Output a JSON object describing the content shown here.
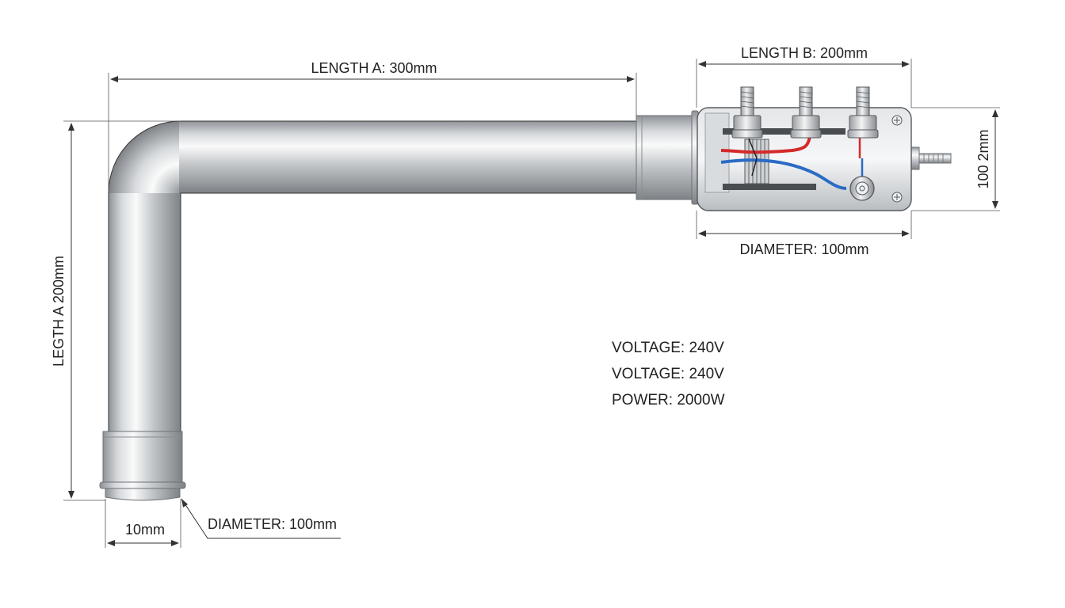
{
  "dimensions": {
    "length_a": "LENGTH A: 300mm",
    "length_b": "LENGTH B: 200mm",
    "vertical_length": "LEGTH A 200mm",
    "box_height": "100 2mm",
    "box_diameter": "DIAMETER: 100mm",
    "pipe_diameter": "DIAMETER: 100mm",
    "collar_width": "10mm"
  },
  "specs": [
    "VOLTAGE: 240V",
    "VOLTAGE: 240V",
    "POWER: 2000W"
  ],
  "colors": {
    "live_wire": "#d42a2a",
    "neutral_wire": "#2a6bc4",
    "metal": "#c4c8cc"
  }
}
